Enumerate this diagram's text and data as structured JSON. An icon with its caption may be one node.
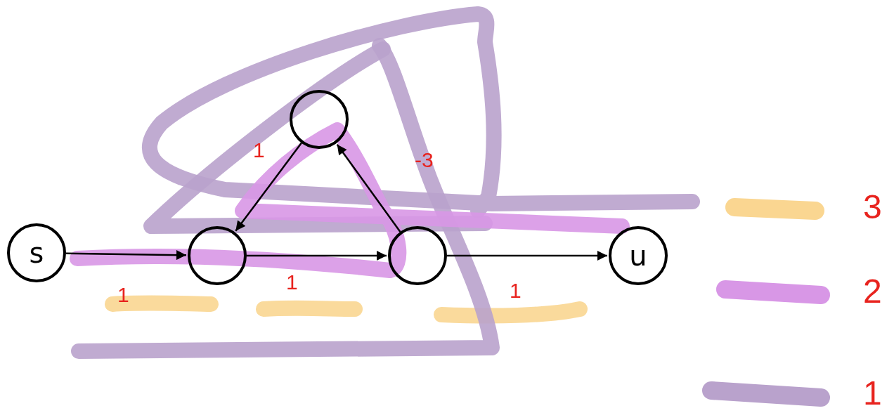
{
  "diagram": {
    "nodes": [
      {
        "text": [
          "s"
        ]
      },
      {
        "text": [],
        "shape": "circle"
      },
      {
        "text": [],
        "shape": "circle"
      },
      {
        "text": [],
        "shape": "circle"
      },
      {
        "text": [
          "u"
        ]
      }
    ],
    "edges": [
      {
        "from": 0,
        "to": 1,
        "arrow": "to",
        "label": "1"
      },
      {
        "from": 1,
        "to": 3,
        "arrow": "to",
        "label": "1"
      },
      {
        "from": 3,
        "to": 2,
        "arrow": "to",
        "label": "-3"
      },
      {
        "from": 2,
        "to": 1,
        "arrow": "to",
        "label": "1"
      },
      {
        "from": 3,
        "to": 4,
        "arrow": "to",
        "label": "1"
      }
    ],
    "legend": [
      {
        "text": "3",
        "color": "#fad691"
      },
      {
        "text": "2",
        "color": "#d897e6"
      },
      {
        "text": "1",
        "color": "#b9a2cc"
      }
    ]
  }
}
